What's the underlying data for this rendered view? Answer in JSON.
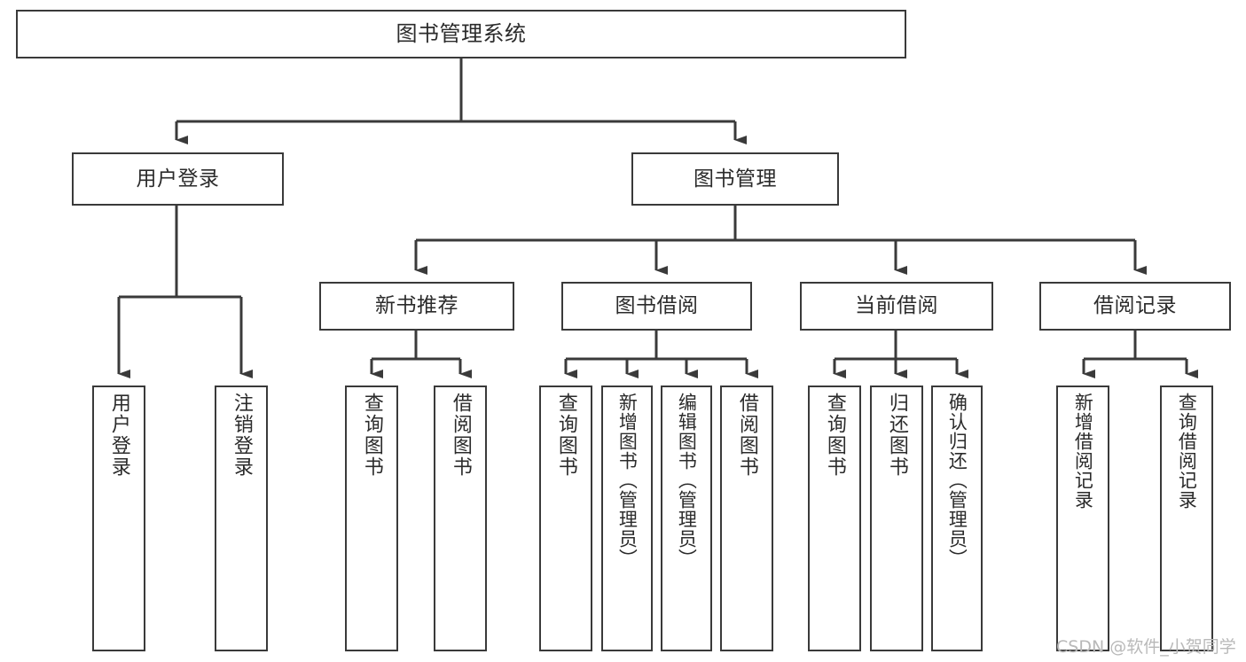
{
  "diagram": {
    "title": "图书管理系统",
    "type": "tree-hierarchy-diagram",
    "root": {
      "id": "root",
      "label": "图书管理系统"
    },
    "level2": [
      {
        "id": "user-login",
        "label": "用户登录"
      },
      {
        "id": "book-manage",
        "label": "图书管理"
      }
    ],
    "level3": [
      {
        "id": "new-book-recommend",
        "label": "新书推荐"
      },
      {
        "id": "book-borrow",
        "label": "图书借阅"
      },
      {
        "id": "current-borrow",
        "label": "当前借阅"
      },
      {
        "id": "borrow-record",
        "label": "借阅记录"
      }
    ],
    "leaves": {
      "user_login": [
        {
          "id": "leaf-user-login",
          "label": "用户登录"
        },
        {
          "id": "leaf-user-logout",
          "label": "注销登录"
        }
      ],
      "new_book_recommend": [
        {
          "id": "leaf-query-book-1",
          "label": "查询图书"
        },
        {
          "id": "leaf-borrow-book-1",
          "label": "借阅图书"
        }
      ],
      "book_borrow": [
        {
          "id": "leaf-query-book-2",
          "label": "查询图书"
        },
        {
          "id": "leaf-add-book",
          "label": "新增图书（管理员）"
        },
        {
          "id": "leaf-edit-book",
          "label": "编辑图书（管理员）"
        },
        {
          "id": "leaf-borrow-book-2",
          "label": "借阅图书"
        }
      ],
      "current_borrow": [
        {
          "id": "leaf-query-book-3",
          "label": "查询图书"
        },
        {
          "id": "leaf-return-book",
          "label": "归还图书"
        },
        {
          "id": "leaf-confirm-return",
          "label": "确认归还（管理员）"
        }
      ],
      "borrow_record": [
        {
          "id": "leaf-add-record",
          "label": "新增借阅记录"
        },
        {
          "id": "leaf-query-record",
          "label": "查询借阅记录"
        }
      ]
    }
  },
  "watermark": {
    "text": "CSDN @软件_小贺同学"
  },
  "colors": {
    "background": "#ffffff",
    "stroke": "#3a3a3a",
    "text": "#2b2b2b",
    "watermark": "#b9b9b9"
  }
}
